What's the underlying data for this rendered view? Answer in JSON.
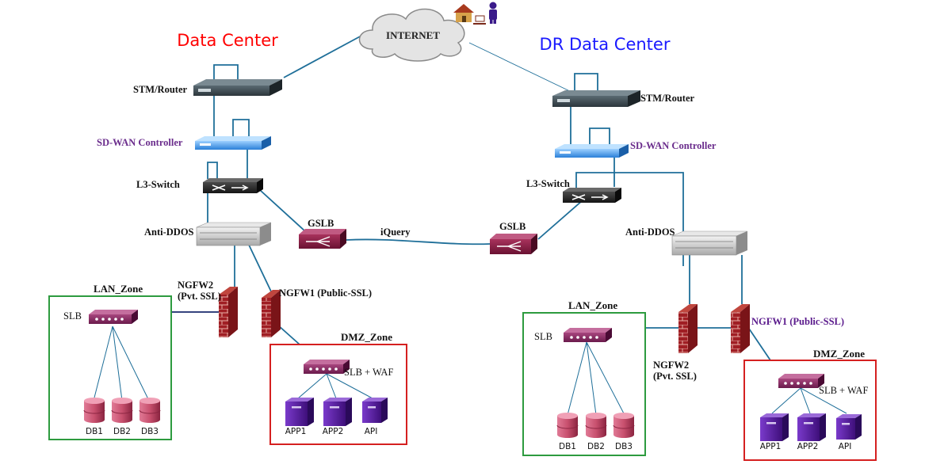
{
  "colors": {
    "dc_title": "#ff0000",
    "dr_title": "#1a1aff",
    "link": "#1f6f99",
    "lan_zone_border": "#2d9b3f",
    "dmz_zone_border": "#d52020",
    "firewall": "#9b1c22",
    "gslb": "#7a1a3c",
    "slb": "#7a1a5c",
    "server": "#5b1aa0",
    "db": "#c0406a",
    "sdwan": "#2a7fd8"
  },
  "internet": {
    "label": "INTERNET"
  },
  "dc": {
    "title": "Data Center",
    "router_label": "STM/Router",
    "sdwan_label": "SD-WAN Controller",
    "l3_label": "L3-Switch",
    "anti_ddos_label": "Anti-DDOS",
    "gslb_label": "GSLB",
    "ngfw2_line1": "NGFW2",
    "ngfw2_line2": "(Pvt. SSL)",
    "ngfw1_label": "NGFW1 (Public-SSL)",
    "lan_zone": {
      "title": "LAN_Zone",
      "slb_label": "SLB",
      "dbs": [
        "DB1",
        "DB2",
        "DB3"
      ]
    },
    "dmz_zone": {
      "title": "DMZ_Zone",
      "slb_label": "SLB + WAF",
      "apps": [
        "APP1",
        "APP2",
        "API"
      ]
    }
  },
  "link_label": "iQuery",
  "dr": {
    "title": "DR Data Center",
    "router_label": "STM/Router",
    "sdwan_label": "SD-WAN Controller",
    "l3_label": "L3-Switch",
    "anti_ddos_label": "Anti-DDOS",
    "gslb_label": "GSLB",
    "ngfw2_line1": "NGFW2",
    "ngfw2_line2": "(Pvt. SSL)",
    "ngfw1_label": "NGFW1 (Public-SSL)",
    "lan_zone": {
      "title": "LAN_Zone",
      "slb_label": "SLB",
      "dbs": [
        "DB1",
        "DB2",
        "DB3"
      ]
    },
    "dmz_zone": {
      "title": "DMZ_Zone",
      "slb_label": "SLB + WAF",
      "apps": [
        "APP1",
        "APP2",
        "API"
      ]
    }
  },
  "icons": [
    "cloud-icon",
    "house-icon",
    "laptop-icon",
    "user-icon",
    "router-icon",
    "switch-icon",
    "server-icon",
    "firewall-icon",
    "gslb-icon",
    "slb-icon",
    "app-server-icon",
    "database-icon"
  ]
}
